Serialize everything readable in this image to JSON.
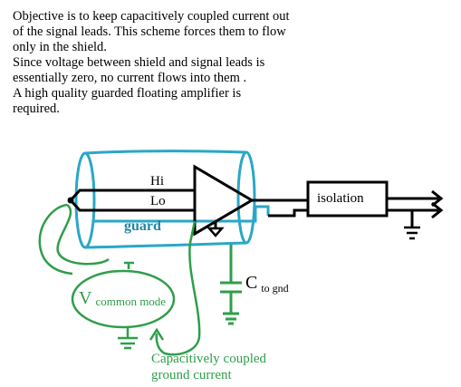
{
  "description": {
    "lines": [
      "Objective is to keep capacitively coupled current out",
      "of the signal leads.  This scheme forces them to flow",
      "only in the shield.",
      "Since voltage between shield and signal leads is",
      "essentially zero, no current flows into them .",
      "A high quality guarded floating amplifier is",
      "required."
    ]
  },
  "labels": {
    "hi": "Hi",
    "lo": "Lo",
    "guard": "guard",
    "isolation": "isolation",
    "c_main": "C",
    "c_sub": "to gnd",
    "v_main": "V",
    "v_sub": "common mode",
    "coupled_line1": "Capacitively coupled",
    "coupled_line2": "ground current"
  },
  "colors": {
    "ink": "#000000",
    "shield": "#2aa7c7",
    "coupling": "#2f9e4a",
    "guard_text": "#1e86a3",
    "capacitor": "#2f9e4a"
  }
}
